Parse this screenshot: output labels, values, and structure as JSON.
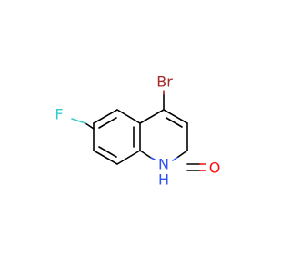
{
  "molecule": {
    "atoms": {
      "br": {
        "label": "Br",
        "color": "#a62929"
      },
      "f": {
        "label": "F",
        "color": "#33cccc"
      },
      "o": {
        "label": "O",
        "color": "#ff0d0d"
      },
      "n": {
        "label": "N",
        "color": "#3050f8"
      },
      "h": {
        "label": "H",
        "color": "#3050f8"
      }
    },
    "bond_color": "#000000"
  }
}
